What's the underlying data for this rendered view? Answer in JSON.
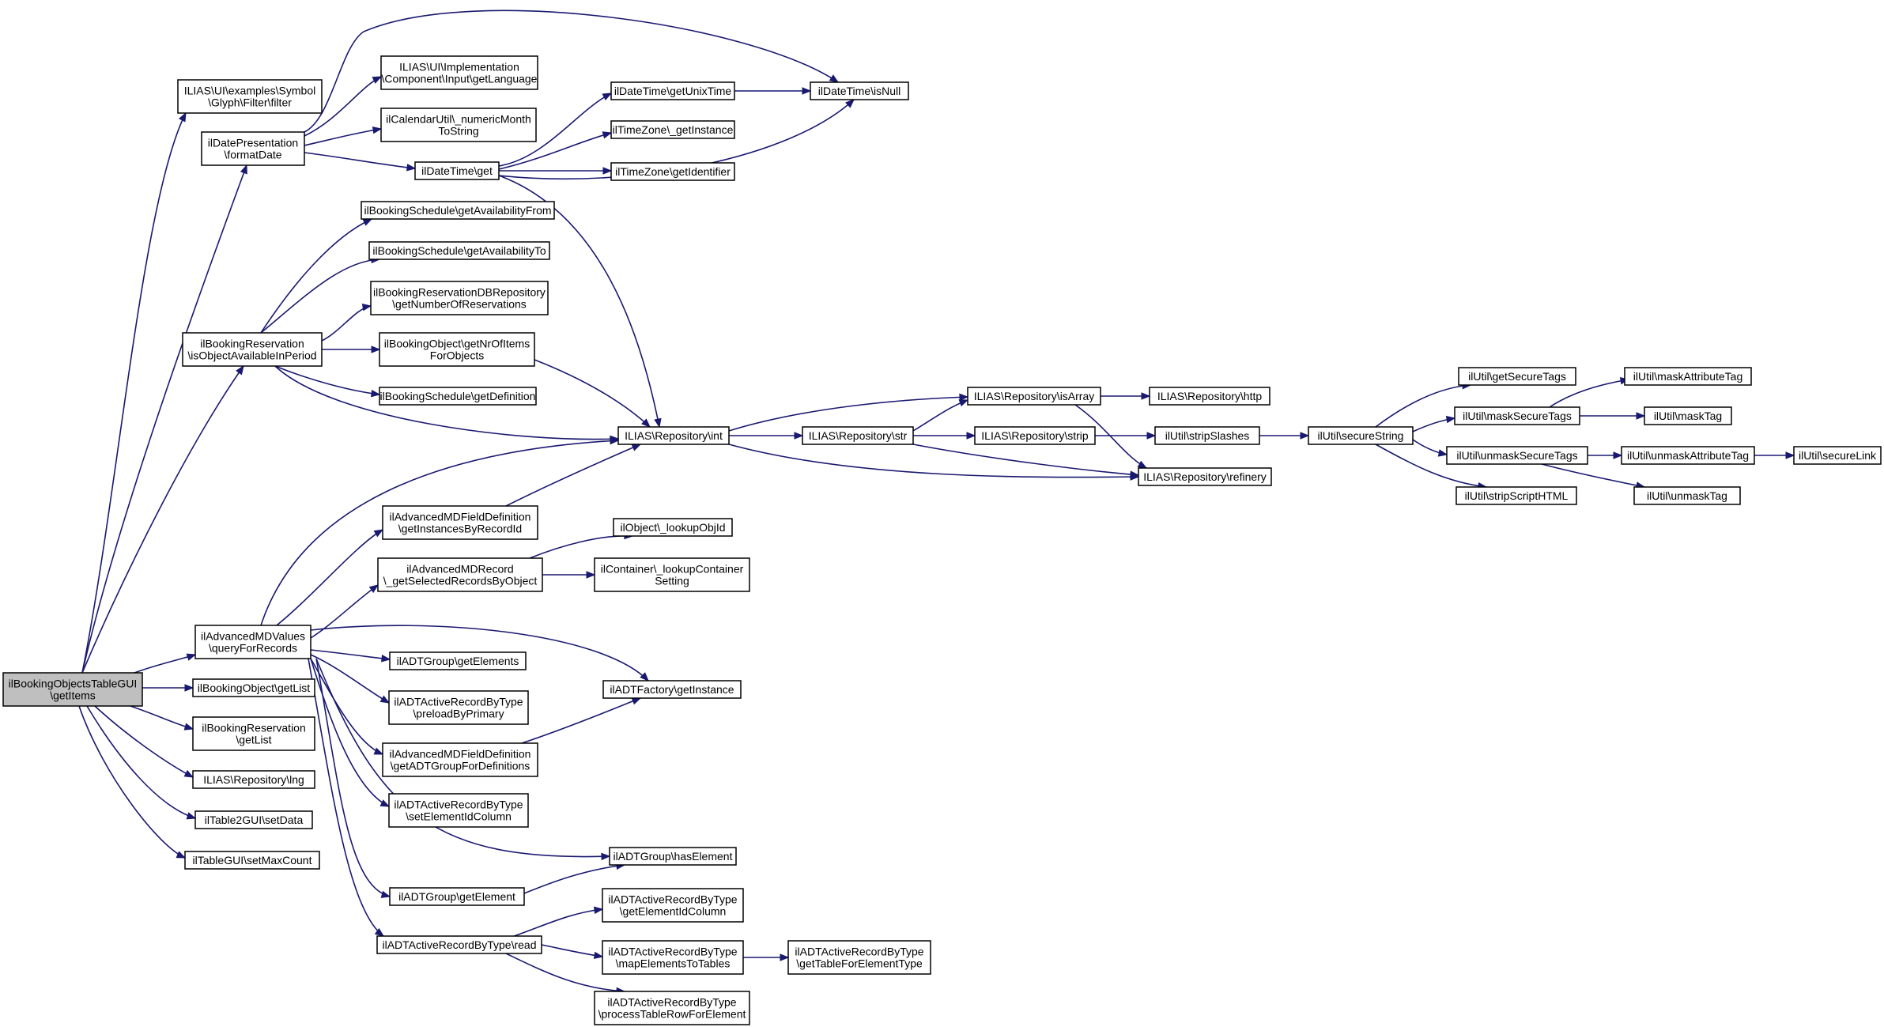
{
  "nodes": [
    {
      "id": "root",
      "lines": [
        "ilBookingObjectsTableGUI",
        "\\getItems"
      ],
      "root": true
    },
    {
      "id": "glyph",
      "lines": [
        "ILIAS\\UI\\examples\\Symbol",
        "\\Glyph\\Filter\\filter"
      ]
    },
    {
      "id": "datepres",
      "lines": [
        "ilDatePresentation",
        "\\formatDate"
      ]
    },
    {
      "id": "uiimpl",
      "lines": [
        "ILIAS\\UI\\Implementation",
        "\\Component\\Input\\getLanguage"
      ]
    },
    {
      "id": "calutil",
      "lines": [
        "ilCalendarUtil\\_numericMonth",
        "ToString"
      ]
    },
    {
      "id": "dtget",
      "lines": [
        "ilDateTime\\get"
      ]
    },
    {
      "id": "dtunix",
      "lines": [
        "ilDateTime\\getUnixTime"
      ]
    },
    {
      "id": "dtisnull",
      "lines": [
        "ilDateTime\\isNull"
      ]
    },
    {
      "id": "tzinst",
      "lines": [
        "ilTimeZone\\_getInstance"
      ]
    },
    {
      "id": "tzid",
      "lines": [
        "ilTimeZone\\getIdentifier"
      ]
    },
    {
      "id": "bsfrom",
      "lines": [
        "ilBookingSchedule\\getAvailabilityFrom"
      ]
    },
    {
      "id": "bsto",
      "lines": [
        "ilBookingSchedule\\getAvailabilityTo"
      ]
    },
    {
      "id": "brdb",
      "lines": [
        "ilBookingReservationDBRepository",
        "\\getNumberOfReservations"
      ]
    },
    {
      "id": "bres",
      "lines": [
        "ilBookingReservation",
        "\\isObjectAvailableInPeriod"
      ]
    },
    {
      "id": "bonr",
      "lines": [
        "ilBookingObject\\getNrOfItems",
        "ForObjects"
      ]
    },
    {
      "id": "bsdef",
      "lines": [
        "ilBookingSchedule\\getDefinition"
      ]
    },
    {
      "id": "repoint",
      "lines": [
        "ILIAS\\Repository\\int"
      ]
    },
    {
      "id": "repostr",
      "lines": [
        "ILIAS\\Repository\\str"
      ]
    },
    {
      "id": "repoarr",
      "lines": [
        "ILIAS\\Repository\\isArray"
      ]
    },
    {
      "id": "repohttp",
      "lines": [
        "ILIAS\\Repository\\http"
      ]
    },
    {
      "id": "repostrip",
      "lines": [
        "ILIAS\\Repository\\strip"
      ]
    },
    {
      "id": "reporef",
      "lines": [
        "ILIAS\\Repository\\refinery"
      ]
    },
    {
      "id": "strslash",
      "lines": [
        "ilUtil\\stripSlashes"
      ]
    },
    {
      "id": "secstr",
      "lines": [
        "ilUtil\\secureString"
      ]
    },
    {
      "id": "getsec",
      "lines": [
        "ilUtil\\getSecureTags"
      ]
    },
    {
      "id": "masksec",
      "lines": [
        "ilUtil\\maskSecureTags"
      ]
    },
    {
      "id": "unmasksec",
      "lines": [
        "ilUtil\\unmaskSecureTags"
      ]
    },
    {
      "id": "stripscript",
      "lines": [
        "ilUtil\\stripScriptHTML"
      ]
    },
    {
      "id": "maskattr",
      "lines": [
        "ilUtil\\maskAttributeTag"
      ]
    },
    {
      "id": "masktag",
      "lines": [
        "ilUtil\\maskTag"
      ]
    },
    {
      "id": "unmaskattr",
      "lines": [
        "ilUtil\\unmaskAttributeTag"
      ]
    },
    {
      "id": "securelink",
      "lines": [
        "ilUtil\\secureLink"
      ]
    },
    {
      "id": "unmasktag",
      "lines": [
        "ilUtil\\unmaskTag"
      ]
    },
    {
      "id": "amdinst",
      "lines": [
        "ilAdvancedMDFieldDefinition",
        "\\getInstancesByRecordId"
      ]
    },
    {
      "id": "objlookup",
      "lines": [
        "ilObject\\_lookupObjId"
      ]
    },
    {
      "id": "amdrec",
      "lines": [
        "ilAdvancedMDRecord",
        "\\_getSelectedRecordsByObject"
      ]
    },
    {
      "id": "contlookup",
      "lines": [
        "ilContainer\\_lookupContainer",
        "Setting"
      ]
    },
    {
      "id": "amdval",
      "lines": [
        "ilAdvancedMDValues",
        "\\queryForRecords"
      ]
    },
    {
      "id": "adtgrpel",
      "lines": [
        "ilADTGroup\\getElements"
      ]
    },
    {
      "id": "adtfact",
      "lines": [
        "ilADTFactory\\getInstance"
      ]
    },
    {
      "id": "borlist",
      "lines": [
        "ilBookingObject\\getList"
      ]
    },
    {
      "id": "adtpre",
      "lines": [
        "ilADTActiveRecordByType",
        "\\preloadByPrimary"
      ]
    },
    {
      "id": "breslist",
      "lines": [
        "ilBookingReservation",
        "\\getList"
      ]
    },
    {
      "id": "amdgrp",
      "lines": [
        "ilAdvancedMDFieldDefinition",
        "\\getADTGroupForDefinitions"
      ]
    },
    {
      "id": "repolng",
      "lines": [
        "ILIAS\\Repository\\lng"
      ]
    },
    {
      "id": "adtsetid",
      "lines": [
        "ilADTActiveRecordByType",
        "\\setElementIdColumn"
      ]
    },
    {
      "id": "t2setdata",
      "lines": [
        "ilTable2GUI\\setData"
      ]
    },
    {
      "id": "tsetmax",
      "lines": [
        "ilTableGUI\\setMaxCount"
      ]
    },
    {
      "id": "adthas",
      "lines": [
        "ilADTGroup\\hasElement"
      ]
    },
    {
      "id": "adtgetel",
      "lines": [
        "ilADTGroup\\getElement"
      ]
    },
    {
      "id": "adtgetid",
      "lines": [
        "ilADTActiveRecordByType",
        "\\getElementIdColumn"
      ]
    },
    {
      "id": "adtread",
      "lines": [
        "ilADTActiveRecordByType\\read"
      ]
    },
    {
      "id": "adtmap",
      "lines": [
        "ilADTActiveRecordByType",
        "\\mapElementsToTables"
      ]
    },
    {
      "id": "adttable",
      "lines": [
        "ilADTActiveRecordByType",
        "\\getTableForElementType"
      ]
    },
    {
      "id": "adtproc",
      "lines": [
        "ilADTActiveRecordByType",
        "\\processTableRowForElement"
      ]
    }
  ]
}
